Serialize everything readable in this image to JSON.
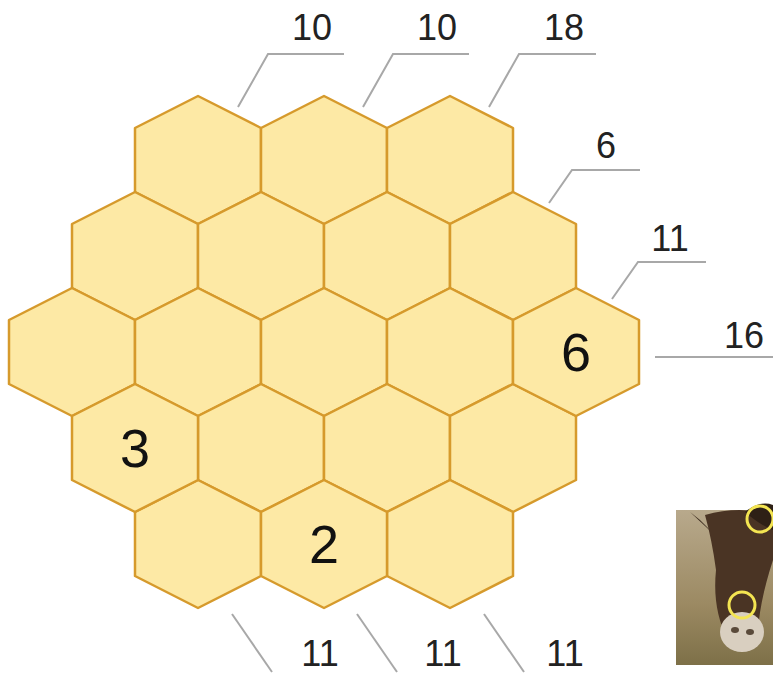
{
  "diagram": {
    "nodes": [
      {
        "text": [
          "6"
        ]
      },
      {
        "text": [
          "3"
        ]
      },
      {
        "text": [
          "2"
        ]
      }
    ],
    "labels": [
      "10",
      "10",
      "18",
      "6",
      "11",
      "16",
      "11",
      "11",
      "11"
    ]
  }
}
